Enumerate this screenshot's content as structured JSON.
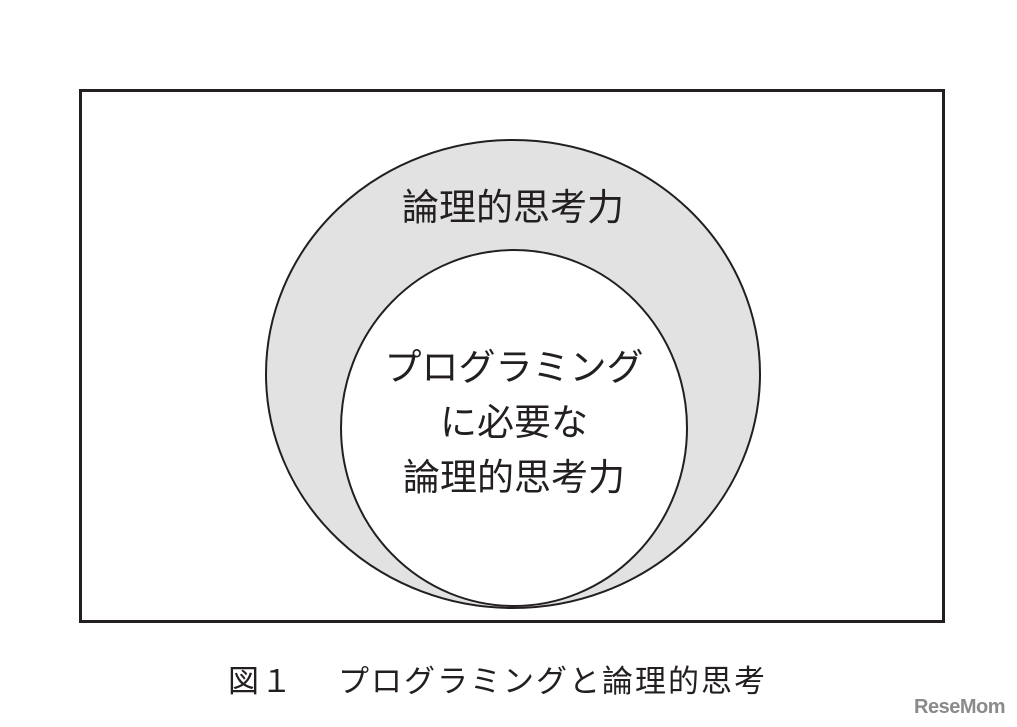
{
  "diagram": {
    "outer_circle": {
      "label": "論理的思考力",
      "fill": "#e2e2e2",
      "stroke": "#231f20"
    },
    "inner_circle": {
      "label_lines": [
        "プログラミング",
        "に必要な",
        "論理的思考力"
      ],
      "fill": "#ffffff",
      "stroke": "#231f20"
    }
  },
  "caption": {
    "figure_number": "図１",
    "title": "プログラミングと論理的思考"
  },
  "watermark": "ReseMom"
}
